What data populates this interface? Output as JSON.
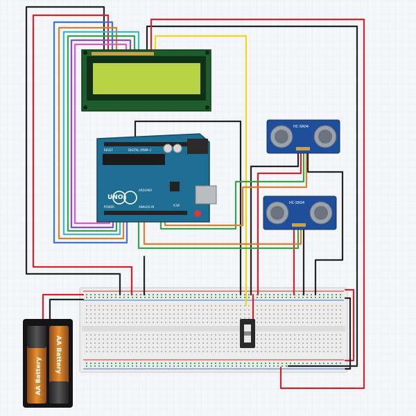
{
  "arduino": {
    "board_text": "UNO",
    "brand_text": "ARDUINO",
    "power_label": "POWER",
    "analog_label": "ANALOG IN",
    "digital_label": "DIGITAL (PWM~)",
    "icsp_label": "ICSP",
    "reset_label": "RESET"
  },
  "sensors": [
    {
      "label": "HC-SR04"
    },
    {
      "label": "HC-SR04"
    }
  ],
  "battery": {
    "cells": [
      {
        "label": "AA Battery"
      },
      {
        "label": "AA Battery"
      }
    ]
  },
  "colors": {
    "background": "#f4f6fa",
    "grid": "#dfe4ee",
    "lcd_board": "#1e5c2c",
    "lcd_screen": "#b9d245",
    "arduino_board": "#1e6d93",
    "sensor_board": "#1f4f9a",
    "breadboard": "#ececec",
    "wire_red": "#d2232a",
    "wire_black": "#222222",
    "wire_yellow": "#f1d619",
    "wire_green": "#33a447",
    "wire_orange": "#d9802a",
    "wire_pink": "#e257c4",
    "wire_purple": "#8a49c5",
    "wire_blue": "#3d74d9",
    "wire_cyan": "#39b7cf"
  }
}
